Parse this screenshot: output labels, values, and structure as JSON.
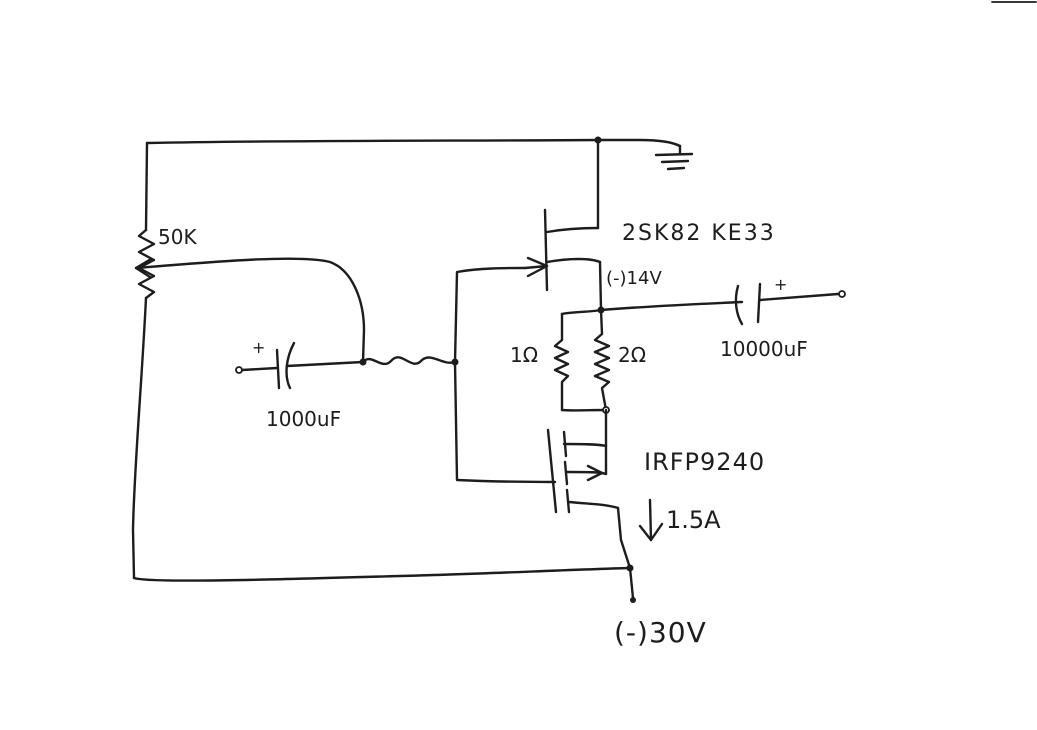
{
  "labels": {
    "pot": "50K",
    "cap_in_plus": "+",
    "cap_in": "1000uF",
    "jfet": "2SK82 KE33",
    "v_mid": "(-)14V",
    "cap_out_plus": "+",
    "cap_out": "10000uF",
    "r1": "1Ω",
    "r2": "2Ω",
    "mosfet": "IRFP9240",
    "current": "1.5A",
    "v_supply": "(-)30V"
  },
  "colors": {
    "ink": "#1d1d1d",
    "paper": "#ffffff"
  },
  "icons": [
    "ground-icon",
    "potentiometer-icon",
    "capacitor-icon",
    "jfet-icon",
    "resistor-icon",
    "mosfet-icon",
    "arrow-down-icon"
  ]
}
